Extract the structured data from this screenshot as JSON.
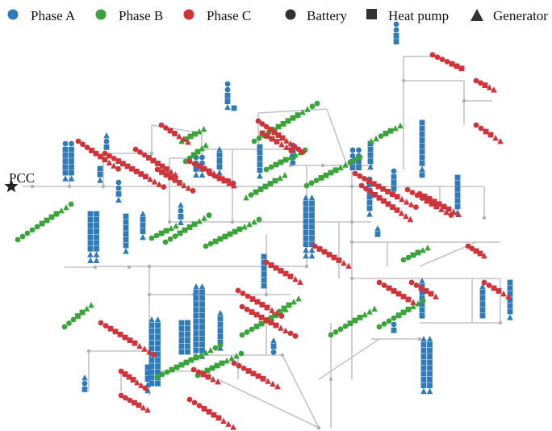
{
  "legend": {
    "phases": [
      {
        "label": "Phase A",
        "color": "#2f7ab8"
      },
      {
        "label": "Phase B",
        "color": "#3aa33a"
      },
      {
        "label": "Phase C",
        "color": "#d0343b"
      }
    ],
    "devices": [
      {
        "label": "Battery",
        "icon": "circle-icon"
      },
      {
        "label": "Heat pump",
        "icon": "square-icon"
      },
      {
        "label": "Generator",
        "icon": "triangle-icon"
      }
    ]
  },
  "pcc": {
    "label": "PCC",
    "icon": "star-icon"
  },
  "colors": {
    "line": "#c4c4c4",
    "node": "#b0b0b0",
    "marker_dark": "#333333"
  }
}
